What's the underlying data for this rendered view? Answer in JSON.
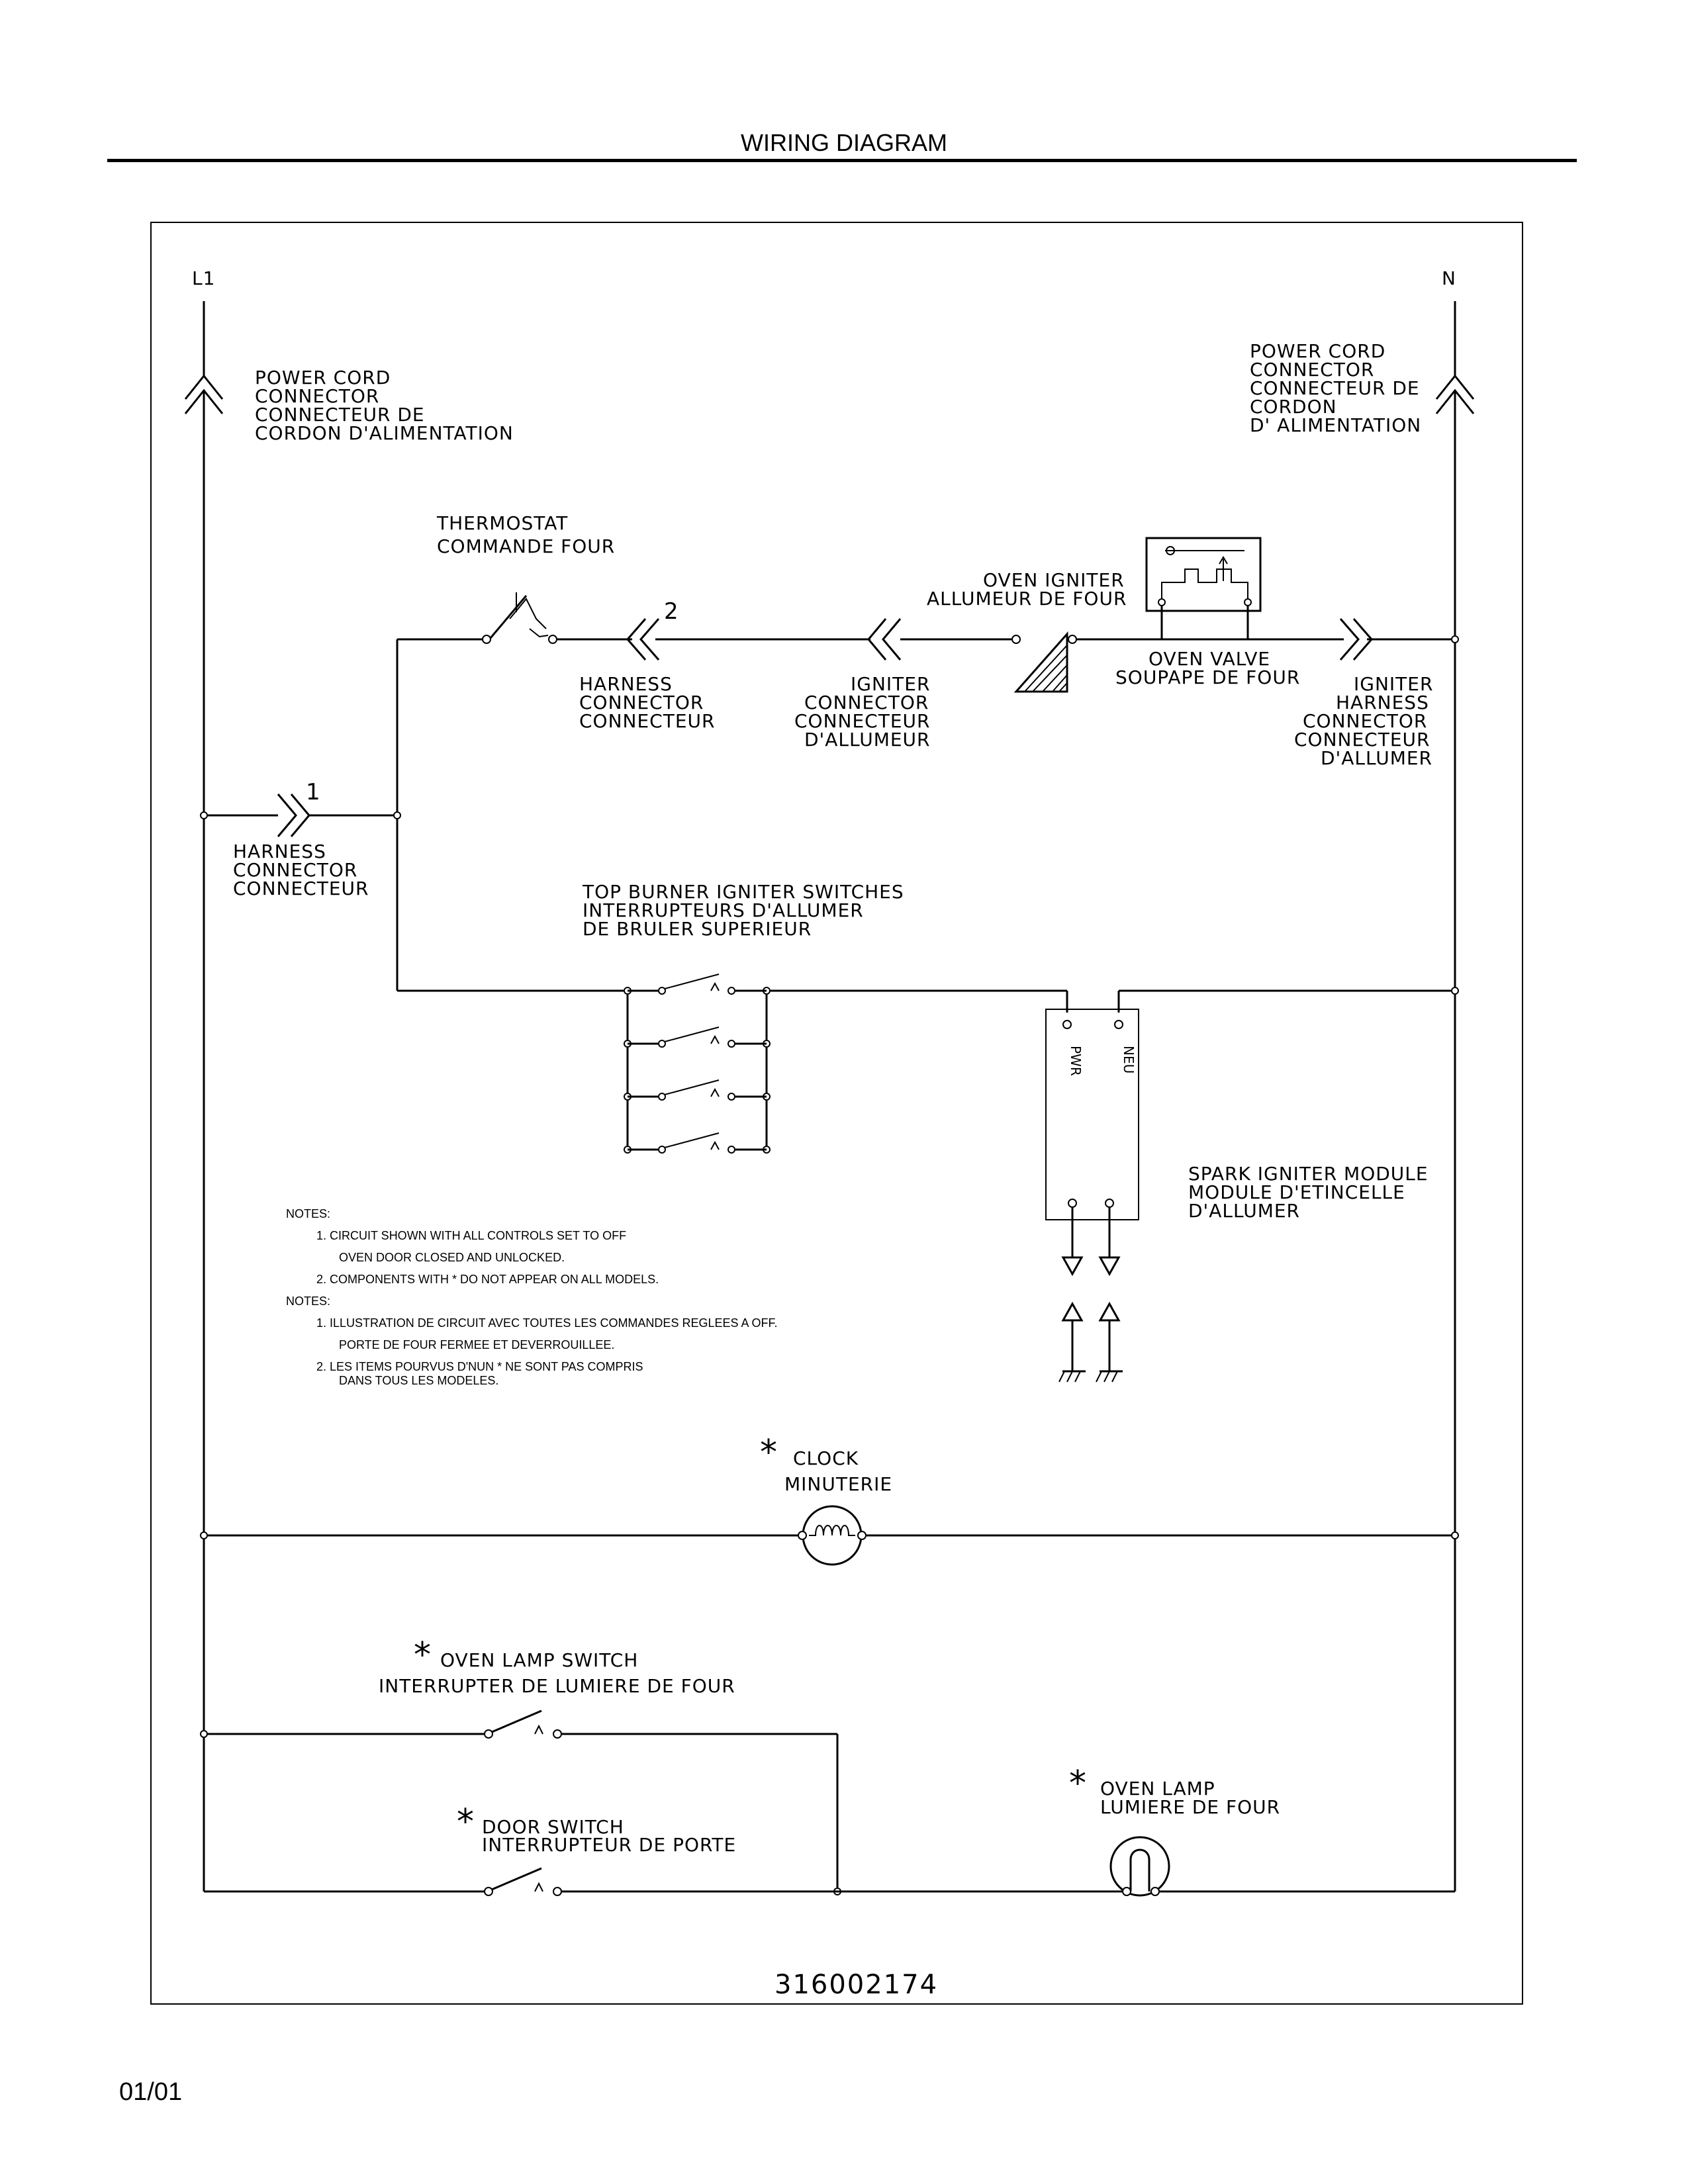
{
  "header": {
    "title": "WIRING DIAGRAM"
  },
  "footer": {
    "date": "01/01"
  },
  "diagram": {
    "model_number": "316002174",
    "lines": {
      "l1": "L1",
      "n": "N"
    },
    "power_cord_left": [
      "POWER CORD",
      "CONNECTOR",
      "CONNECTEUR DE",
      "CORDON D'ALIMENTATION"
    ],
    "power_cord_right": [
      "POWER CORD",
      "CONNECTOR",
      "CONNECTEUR DE",
      "CORDON",
      "D' ALIMENTATION"
    ],
    "thermostat": [
      "THERMOSTAT",
      "COMMANDE FOUR"
    ],
    "oven_igniter": [
      "OVEN IGNITER",
      "ALLUMEUR DE FOUR"
    ],
    "harness_connector_2": {
      "number": "2",
      "lines": [
        "HARNESS",
        "CONNECTOR",
        "CONNECTEUR"
      ]
    },
    "igniter_connector": [
      "IGNITER",
      "CONNECTOR",
      "CONNECTEUR",
      "D'ALLUMEUR"
    ],
    "oven_valve": [
      "OVEN VALVE",
      "SOUPAPE DE FOUR"
    ],
    "igniter_harness_connector": [
      "IGNITER",
      "HARNESS",
      "CONNECTOR",
      "CONNECTEUR",
      "D'ALLUMER"
    ],
    "harness_connector_1": {
      "number": "1",
      "lines": [
        "HARNESS",
        "CONNECTOR",
        "CONNECTEUR"
      ]
    },
    "top_burner_switches": [
      "TOP BURNER IGNITER SWITCHES",
      "INTERRUPTEURS D'ALLUMER",
      "DE BRULER SUPERIEUR"
    ],
    "spark_module": {
      "lines": [
        "SPARK IGNITER MODULE",
        "MODULE D'ETINCELLE",
        "D'ALLUMER"
      ],
      "pwr": "PWR",
      "neu": "NEU"
    },
    "notes": [
      "NOTES:",
      "1.  CIRCUIT SHOWN WITH ALL CONTROLS SET TO OFF",
      "OVEN DOOR CLOSED AND UNLOCKED.",
      "2.  COMPONENTS WITH * DO NOT APPEAR ON ALL MODELS.",
      "NOTES:",
      "1.  ILLUSTRATION DE CIRCUIT AVEC TOUTES LES COMMANDES REGLEES A OFF.",
      "PORTE DE FOUR FERMEE ET DEVERROUILLEE.",
      "2.  LES ITEMS POURVUS D'NUN * NE SONT PAS COMPRIS",
      "DANS TOUS LES MODELES."
    ],
    "asterisk": "*",
    "clock": [
      "CLOCK",
      "MINUTERIE"
    ],
    "oven_lamp_switch": [
      "OVEN LAMP SWITCH",
      "INTERRUPTER DE LUMIERE DE FOUR"
    ],
    "door_switch": [
      "DOOR SWITCH",
      "INTERRUPTEUR DE PORTE"
    ],
    "oven_lamp": [
      "OVEN LAMP",
      "LUMIERE DE FOUR"
    ]
  }
}
